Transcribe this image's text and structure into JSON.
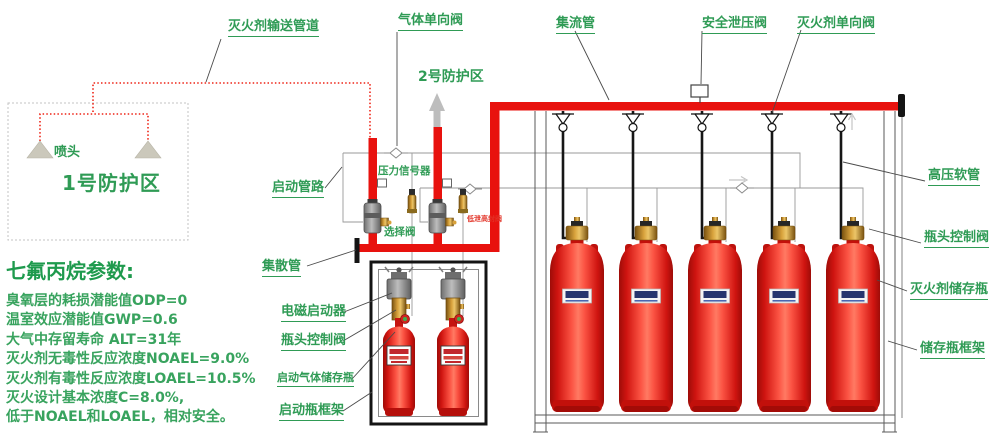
{
  "colors": {
    "label_green": "#2f9b55",
    "param_green": "#38a35e",
    "pipe_red": "#e8120e",
    "warning_red": "#e23226"
  },
  "labels": {
    "agent_pipe": "灭火剂输送管道",
    "gas_check_valve": "气体单向阀",
    "zone2": "2号防护区",
    "collecting_pipe": "集流管",
    "safety_relief_valve": "安全泄压阀",
    "agent_check_valve": "灭火剂单向阀",
    "nozzle": "喷头",
    "zone1": "1号防护区",
    "start_pipeline": "启动管路",
    "pressure_signal": "压力信号器",
    "selector_valve": "选择阀",
    "low_leak_valve": "低泄高封阀",
    "manifold": "集散管",
    "high_pressure_hose": "高压软管",
    "bottle_head_valve": "瓶头控制阀",
    "agent_bottle": "灭火剂储存瓶",
    "storage_frame": "储存瓶框架",
    "solenoid_starter": "电磁启动器",
    "start_gas_bottle": "启动气体储存瓶",
    "start_frame": "启动瓶框架"
  },
  "parameters": {
    "title": "七氟丙烷参数:",
    "lines": [
      "臭氧层的耗损潜能值ODP=0",
      "温室效应潜能值GWP=0.6",
      "大气中存留寿命 ALT=31年",
      "灭火剂无毒性反应浓度NOAEL=9.0%",
      "灭火剂有毒性反应浓度LOAEL=10.5%",
      "灭火设计基本浓度C=8.0%,",
      "低于NOAEL和LOAEL，相对安全。"
    ]
  }
}
